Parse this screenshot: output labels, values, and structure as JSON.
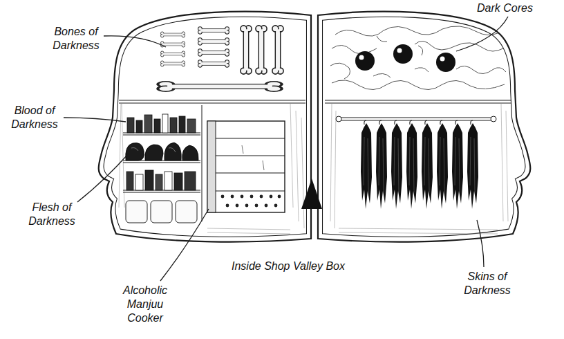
{
  "diagram": {
    "caption": "Inside Shop Valley Box",
    "labels": [
      "Bones of Darkness",
      "Blood of Darkness",
      "Flesh of Darkness",
      "Alcoholic Manjuu Cooker",
      "Dark Cores",
      "Skins of Darkness"
    ]
  }
}
